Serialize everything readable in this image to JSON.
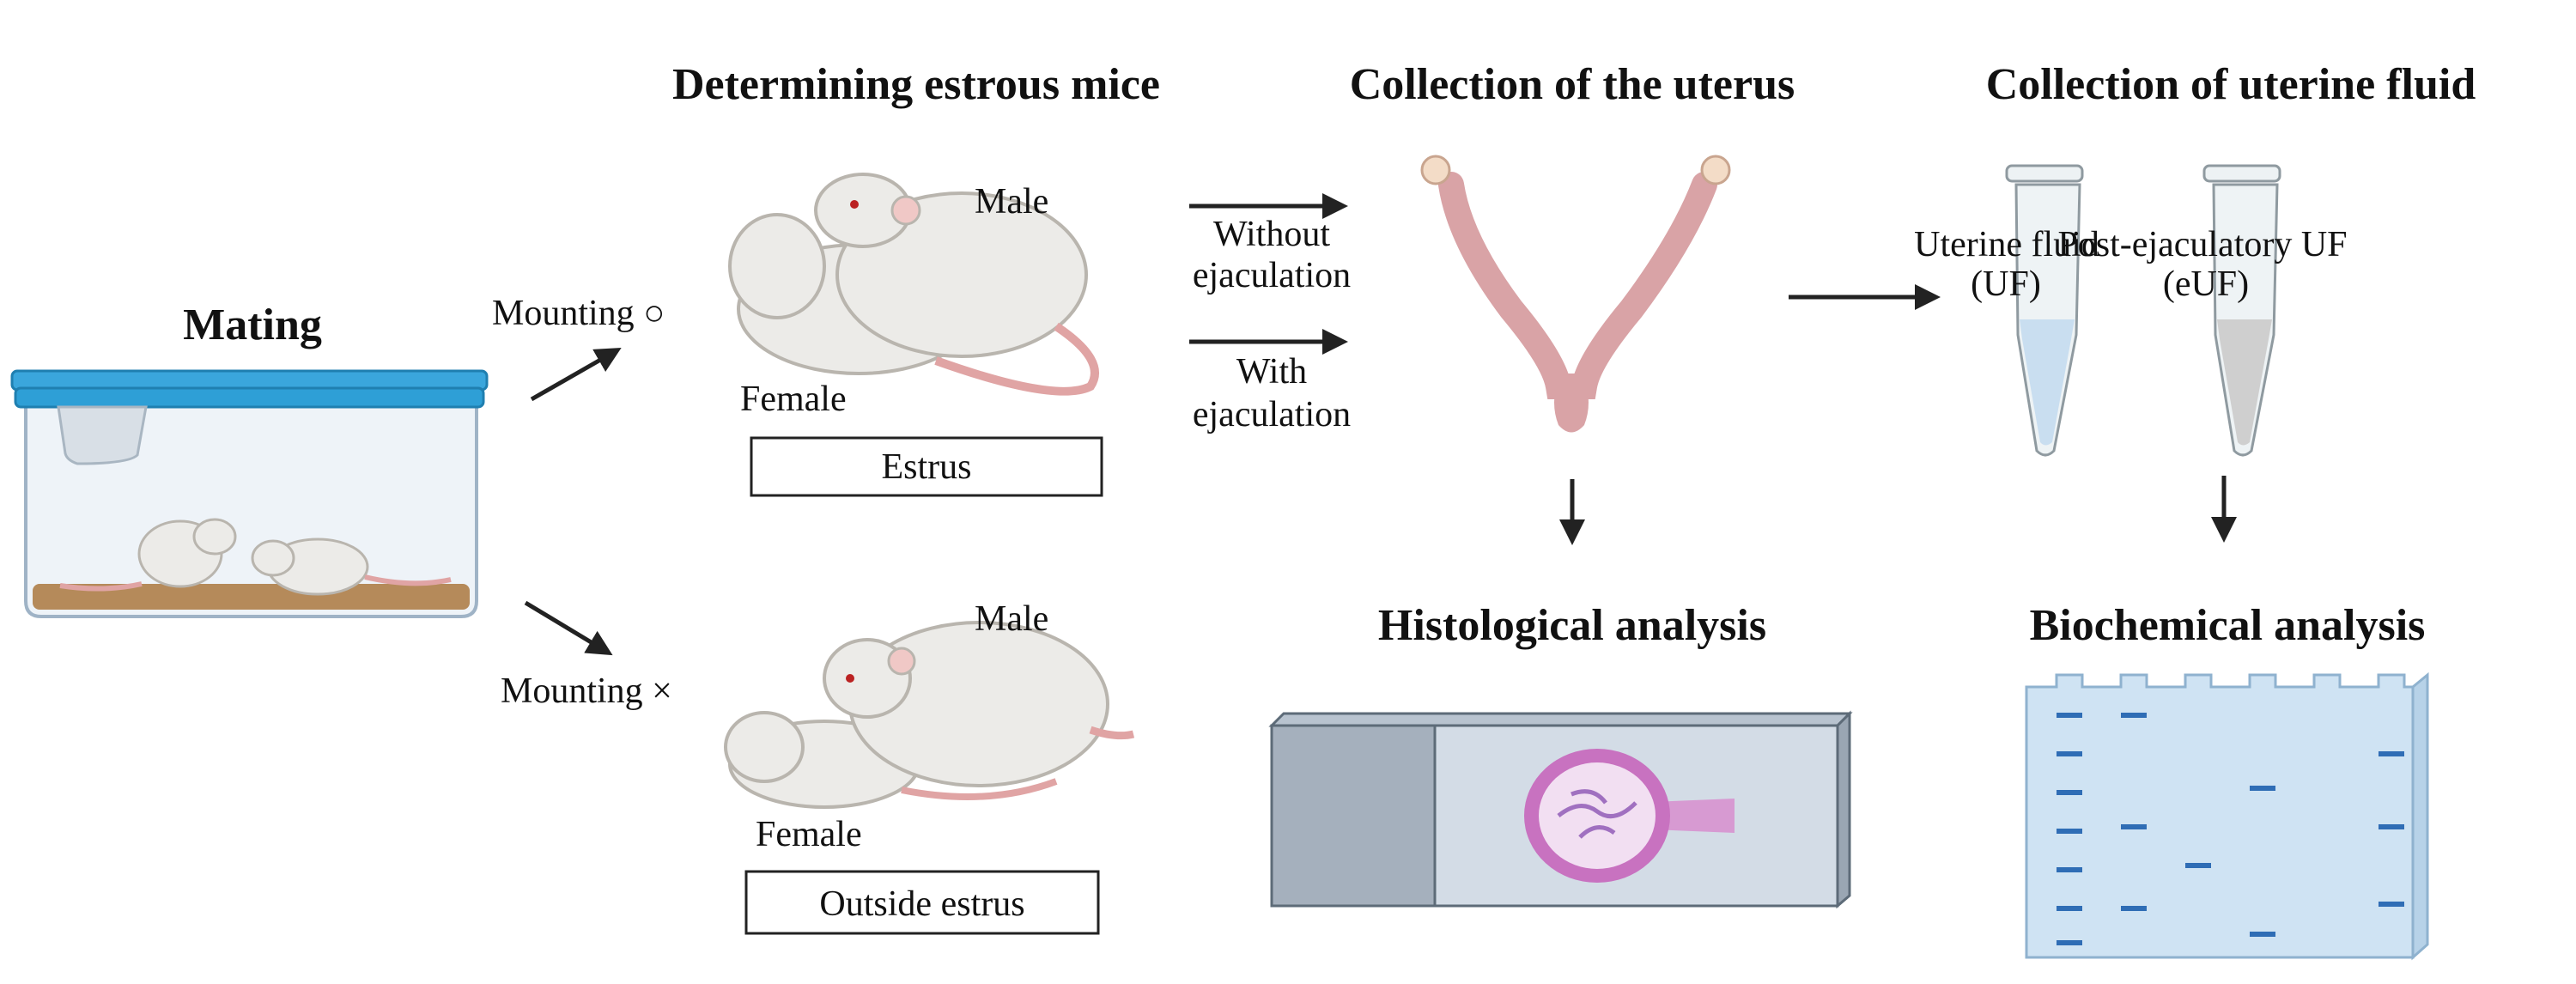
{
  "titles": {
    "mating": "Mating",
    "determining": "Determining estrous mice",
    "uterus": "Collection of the uterus",
    "fluid": "Collection of uterine fluid",
    "histology": "Histological analysis",
    "biochem": "Biochemical analysis"
  },
  "mounting": {
    "yes": "Mounting ○",
    "no": "Mounting ×"
  },
  "mice_upper": {
    "male": "Male",
    "female": "Female",
    "state": "Estrus"
  },
  "mice_lower": {
    "male": "Male",
    "female": "Female",
    "state": "Outside estrus"
  },
  "ejaculation": {
    "without_1": "Without",
    "without_2": "ejaculation",
    "with_1": "With",
    "with_2": "ejaculation"
  },
  "tubes": {
    "uf_1": "Uterine fluid",
    "uf_2": "(UF)",
    "euf_1": "Post-ejaculatory UF",
    "euf_2": "(eUF)"
  },
  "colors": {
    "cage_lid": "#2e9fd6",
    "uterus": "#d9a3a6",
    "uf_liquid": "#c9def0",
    "euf_liquid": "#cfcfcf",
    "gel": "#cfe3f3",
    "band": "#2f6db5",
    "tissue": "#c872c0"
  }
}
